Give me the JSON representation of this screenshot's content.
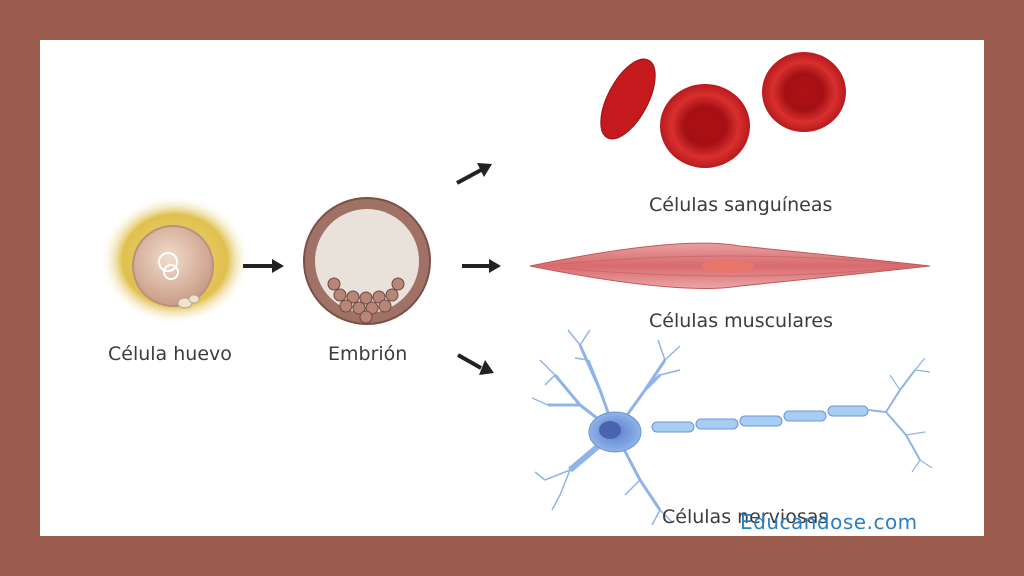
{
  "labels": {
    "egg_cell": "Célula huevo",
    "embryo": "Embrión",
    "blood_cells": "Células sanguíneas",
    "muscle_cells": "Células musculares",
    "nerve_cells": "Células nerviosas"
  },
  "watermark": "Educandose.com",
  "colors": {
    "frame": "#9a5a4c",
    "egg_halo": "#e6c85a",
    "blood_cell": "#c81e1e",
    "muscle": "#dc7a7a",
    "neuron": "#7aa6e0",
    "watermark": "#2b7fc3"
  }
}
